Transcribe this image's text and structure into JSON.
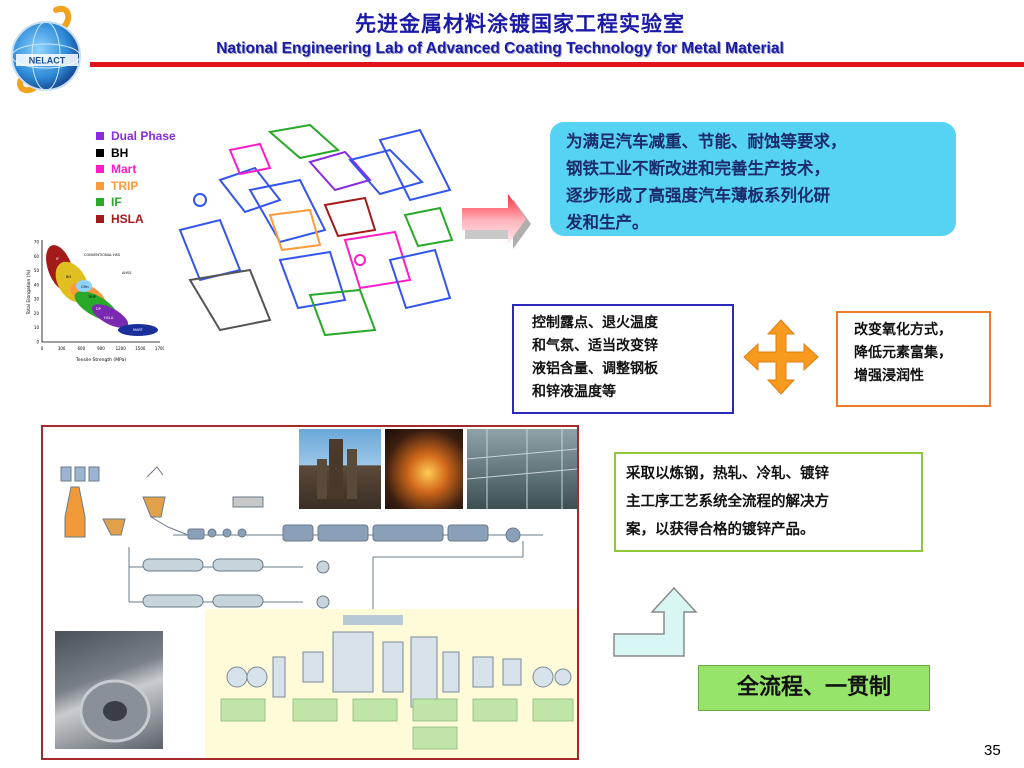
{
  "header": {
    "title_cn": "先进金属材料涂镀国家工程实验室",
    "title_en": "National Engineering Lab of Advanced Coating Technology for Metal Material",
    "logo_text": "NELACT",
    "rule_color": "#e1141d",
    "title_color": "#1a1aa6"
  },
  "legend": {
    "items": [
      {
        "label": "Dual Phase",
        "color": "#8a2be2"
      },
      {
        "label": "BH",
        "color": "#000000"
      },
      {
        "label": "Mart",
        "color": "#ff1cc8"
      },
      {
        "label": "TRIP",
        "color": "#ff9a3c"
      },
      {
        "label": "IF",
        "color": "#29a829"
      },
      {
        "label": "HSLA",
        "color": "#a31a1a"
      }
    ]
  },
  "steel_chart": {
    "xlabel": "Tensile Strength (MPa)",
    "ylabel": "Total Elongation (%)",
    "xticks": [
      "0",
      "300",
      "600",
      "900",
      "1200",
      "1500",
      "1700"
    ],
    "yticks": [
      "0",
      "10",
      "20",
      "30",
      "40",
      "50",
      "60",
      "70"
    ],
    "region_labels": [
      "CONVENTIONAL HSS",
      "AHSS",
      "MART",
      "IF",
      "BH",
      "CMn",
      "HSLA",
      "DP",
      "TRIP"
    ]
  },
  "callouts": {
    "cyan_lines": [
      "为满足汽车减重、节能、耐蚀等要求，",
      "钢铁工业不断改进和完善生产技术，",
      "逐步形成了高强度汽车薄板系列化研",
      "发和生产。"
    ],
    "control_lines": [
      "控制露点、退火温度",
      "和气氛、适当改变锌",
      "液铝含量、调整钢板",
      "和锌液温度等"
    ],
    "oxid_lines": [
      "改变氧化方式，",
      "降低元素富集，",
      "增强浸润性"
    ],
    "solution_lines": [
      "采取以炼钢，热轧、冷轧、镀锌",
      "主工序工艺系统全流程的解决方",
      "案，以获得合格的镀锌产品。"
    ],
    "green_label": "全流程、一贯制"
  },
  "page_number": "35",
  "colors": {
    "cyan": "#56d2f2",
    "blue_border": "#2a2ab8",
    "orange_border": "#ec7a26",
    "green_border": "#8fc93a",
    "green_fill": "#97e46a",
    "frame_border": "#a6292b",
    "arrow_orange": "#f79a1d"
  }
}
